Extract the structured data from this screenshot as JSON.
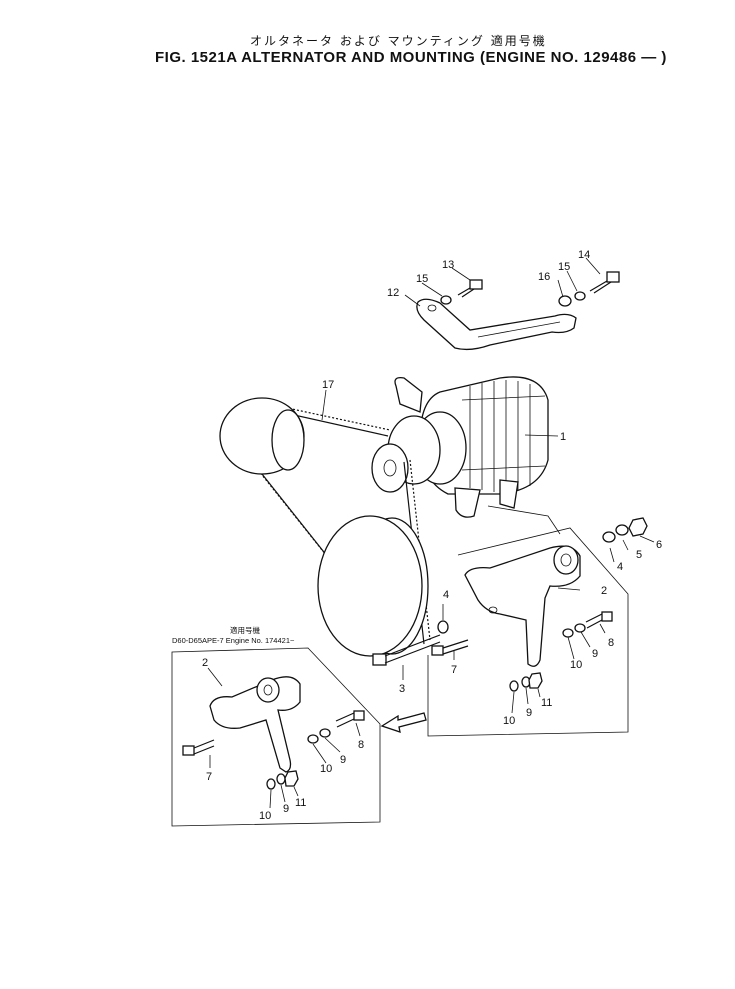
{
  "header": {
    "title_jp": "オルタネータ および マウンティング 適用号機",
    "title_en": "FIG. 1521A  ALTERNATOR AND MOUNTING (ENGINE NO. 129486 — )"
  },
  "inset": {
    "note_jp": "適用号機",
    "note_models": "D60-D65APE-7  Engine No. 174421~"
  },
  "labels": {
    "p1": "1",
    "p2a": "2",
    "p2b": "2",
    "p3": "3",
    "p4a": "4",
    "p4b": "4",
    "p5": "5",
    "p6": "6",
    "p7a": "7",
    "p7b": "7",
    "p8a": "8",
    "p8b": "8",
    "p9a": "9",
    "p9b": "9",
    "p9c": "9",
    "p9d": "9",
    "p10a": "10",
    "p10b": "10",
    "p10c": "10",
    "p10d": "10",
    "p11a": "11",
    "p11b": "11",
    "p12": "12",
    "p13": "13",
    "p14": "14",
    "p15a": "15",
    "p15b": "15",
    "p16": "16",
    "p17": "17"
  }
}
